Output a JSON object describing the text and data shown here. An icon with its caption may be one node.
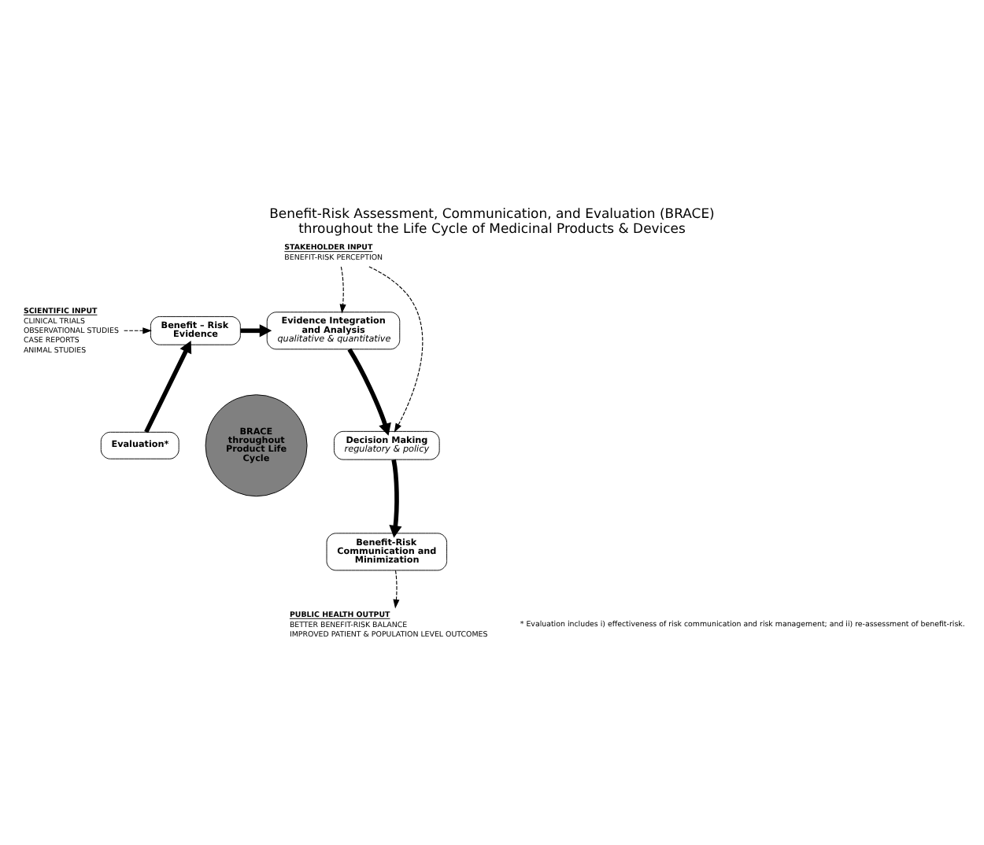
{
  "diagram": {
    "title": "Benefit-Risk Assessment, Communication, and Evaluation (BRACE) throughout the Life Cycle of Medicinal Products & Devices",
    "nodes": [
      {
        "text": [
          "Evidence Integration and Analysis",
          "qualitative & quantitative"
        ]
      },
      {
        "text": [
          "Decision Making",
          "regulatory & policy"
        ]
      },
      {
        "text": [
          "Benefit-Risk Communication and Minimization"
        ]
      },
      {
        "text": [
          "Evaluation*"
        ]
      },
      {
        "text": [
          "Benefit – Risk Evidence"
        ]
      },
      {
        "text": [
          "BRACE throughout Product Life Cycle"
        ]
      },
      {
        "text": [
          "STAKEHOLDER INPUT",
          "BENEFIT-RISK PERCEPTION"
        ]
      },
      {
        "text": [
          "SCIENTIFIC INPUT",
          "CLINICAL TRIALS",
          "OBSERVATIONAL STUDIES",
          "CASE REPORTS",
          "ANIMAL STUDIES"
        ]
      },
      {
        "text": [
          "PUBLIC HEALTH OUTPUT",
          "BETTER BENEFIT-RISK BALANCE",
          "IMPROVED PATIENT & POPULATION LEVEL OUTCOMES"
        ]
      }
    ],
    "edges": [
      {
        "from": 6,
        "to": 0,
        "arrow": "to",
        "style": "dashed"
      },
      {
        "from": 6,
        "to": 1,
        "arrow": "to",
        "style": "dashed"
      },
      {
        "from": 7,
        "to": 4,
        "arrow": "to",
        "style": "dashed"
      },
      {
        "from": 2,
        "to": 8,
        "arrow": "to",
        "style": "dashed"
      },
      {
        "from": 4,
        "to": 0,
        "arrow": "to",
        "style": "thick"
      },
      {
        "from": 0,
        "to": 1,
        "arrow": "to",
        "style": "thick"
      },
      {
        "from": 1,
        "to": 2,
        "arrow": "to",
        "style": "thick"
      },
      {
        "from": 3,
        "to": 4,
        "arrow": "to",
        "style": "thick"
      }
    ],
    "labels": [
      "* Evaluation includes i) effectiveness of risk communication and risk management; and ii) re-assessment of benefit-risk."
    ]
  }
}
